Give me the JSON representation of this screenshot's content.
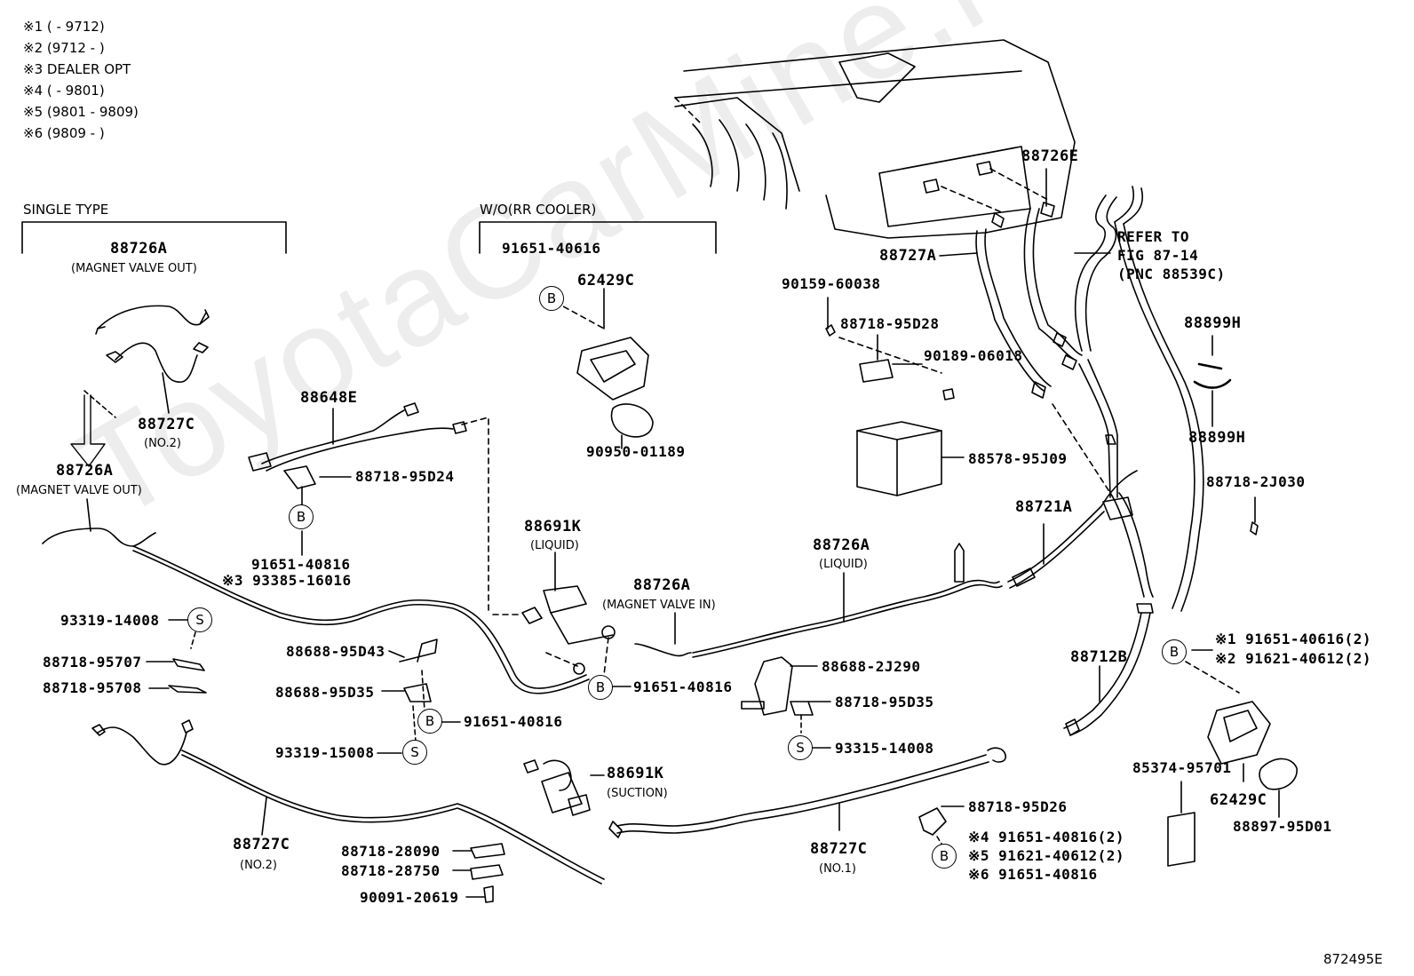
{
  "notes": [
    "※1 (      - 9712)",
    "※2 (9712 -      )",
    "※3 DEALER OPT",
    "※4 (      - 9801)",
    "※5 (9801 - 9809)",
    "※6 (9809 -      )"
  ],
  "watermark": "ToyotaCarMine.ru",
  "figure_code": "872495E",
  "sections": {
    "single_type": "SINGLE TYPE",
    "wo_rr_cooler": "W/O(RR COOLER)"
  },
  "callout_letters": {
    "b": "B",
    "s": "S"
  },
  "parts": {
    "p88726A_1": "88726A",
    "p88726A_1_sub": "(MAGNET VALVE OUT)",
    "p88727C_no2_top": "88727C",
    "p88727C_no2_top_sub": "(NO.2)",
    "p88726A_2": "88726A",
    "p88726A_2_sub": "(MAGNET VALVE OUT)",
    "p91651_40616": "91651-40616",
    "p62429C_1": "62429C",
    "p90950_01189": "90950-01189",
    "p88648E": "88648E",
    "p88718_95D24": "88718-95D24",
    "p91651_40816_a": "91651-40816",
    "p93385_16016": "※3 93385-16016",
    "p93319_14008": "93319-14008",
    "p88718_95707": "88718-95707",
    "p88718_95708": "88718-95708",
    "p88688_95D43": "88688-95D43",
    "p88688_95D35": "88688-95D35",
    "p91651_40816_b": "91651-40816",
    "p93319_15008": "93319-15008",
    "p88691K_liquid": "88691K",
    "p88691K_liquid_sub": "(LIQUID)",
    "p88726A_in": "88726A",
    "p88726A_in_sub": "(MAGNET VALVE IN)",
    "p91651_40816_c": "91651-40816",
    "p88691K_suction": "88691K",
    "p88691K_suction_sub": "(SUCTION)",
    "p88727C_no2_bot": "88727C",
    "p88727C_no2_bot_sub": "(NO.2)",
    "p88718_28090": "88718-28090",
    "p88718_28750": "88718-28750",
    "p90091_20619": "90091-20619",
    "p88726E": "88726E",
    "p88727A": "88727A",
    "refer_1": "REFER TO",
    "refer_2": "FIG 87-14",
    "refer_3": "(PNC 88539C)",
    "p90159_60038": "90159-60038",
    "p88718_95D28": "88718-95D28",
    "p90189_06018": "90189-06018",
    "p88578_95J09": "88578-95J09",
    "p88899H_top": "88899H",
    "p88899H_bot": "88899H",
    "p88718_2J030": "88718-2J030",
    "p88721A": "88721A",
    "p88726A_liquid": "88726A",
    "p88726A_liquid_sub": "(LIQUID)",
    "p88688_2J290": "88688-2J290",
    "p88718_95D35": "88718-95D35",
    "p93315_14008": "93315-14008",
    "p88712B": "88712B",
    "p88727C_no1": "88727C",
    "p88727C_no1_sub": "(NO.1)",
    "p88718_95D26": "88718-95D26",
    "p_n4": "※4 91651-40816(2)",
    "p_n5": "※5 91621-40612(2)",
    "p_n6": "※6 91651-40816",
    "p_n1": "※1 91651-40616(2)",
    "p_n2": "※2 91621-40612(2)",
    "p85374_95701": "85374-95701",
    "p62429C_2": "62429C",
    "p88897_95D01": "88897-95D01"
  }
}
